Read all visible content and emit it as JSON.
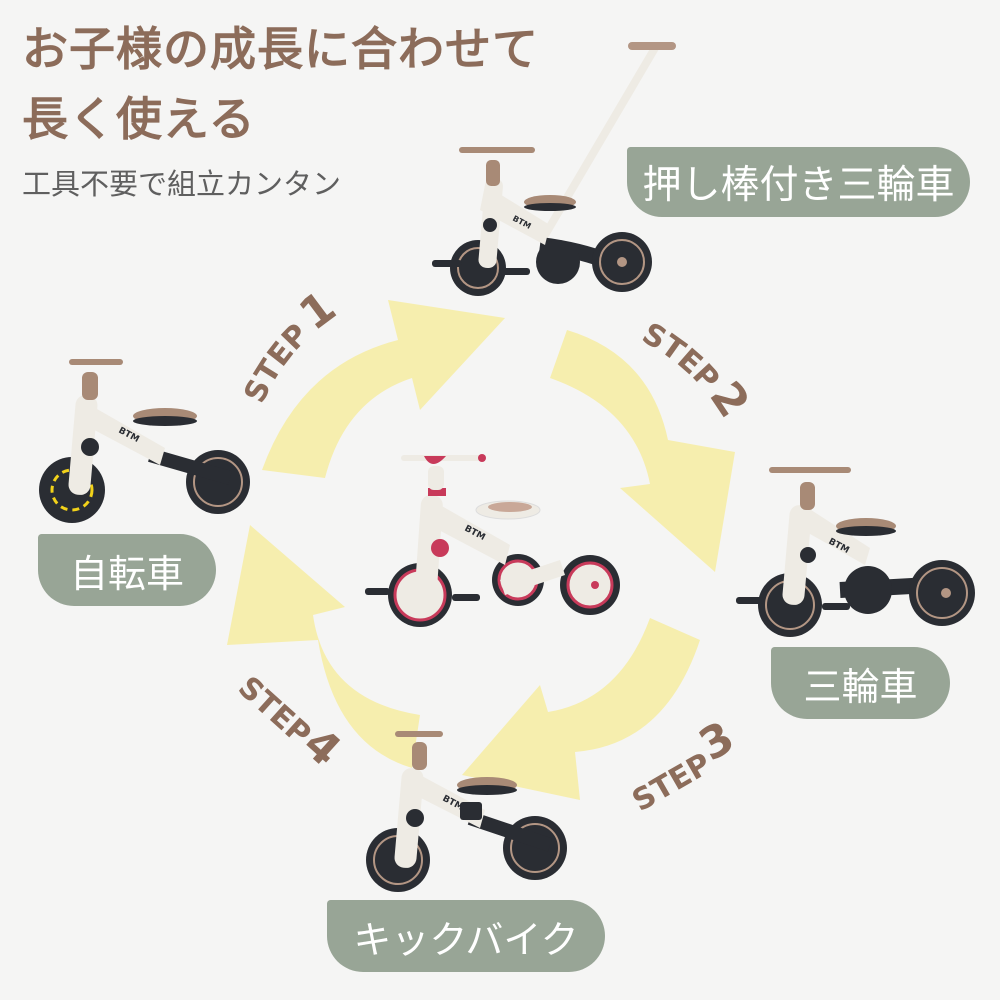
{
  "headline": {
    "line1": "お子様の成長に合わせて",
    "line2": "長く使える",
    "subtitle": "工具不要で組立カンタン"
  },
  "modes": [
    {
      "id": "push-tricycle",
      "label": "押し棒付き三輪車"
    },
    {
      "id": "tricycle",
      "label": "三輪車"
    },
    {
      "id": "kick-bike",
      "label": "キックバイク"
    },
    {
      "id": "bicycle",
      "label": "自転車"
    }
  ],
  "steps": [
    {
      "word": "STEP",
      "num": "1"
    },
    {
      "word": "STEP",
      "num": "2"
    },
    {
      "word": "STEP",
      "num": "3"
    },
    {
      "word": "STEP",
      "num": "4"
    }
  ],
  "brand": "BTM",
  "colors": {
    "background": "#f5f5f4",
    "headline": "#8c6c5a",
    "subtitle": "#5f5f5f",
    "label_fill": "#98a596",
    "label_text": "#ffffff",
    "arrow": "#f6eeae",
    "bike_frame": "#eeebe4",
    "bike_accent_brown": "#a88a76",
    "bike_accent_red": "#c83a5a",
    "tire": "#2a2d33"
  }
}
